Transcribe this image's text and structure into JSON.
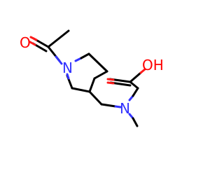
{
  "molecule": {
    "atoms": [
      {
        "id": "o-ketone",
        "label": "O",
        "color": "#ff0000"
      },
      {
        "id": "n-ring",
        "label": "N",
        "color": "#3333ff"
      },
      {
        "id": "oh-acid",
        "label": "OH",
        "color": "#ff0000"
      },
      {
        "id": "n-amine",
        "label": "N",
        "color": "#3333ff"
      }
    ],
    "bond_color": "#000000"
  }
}
